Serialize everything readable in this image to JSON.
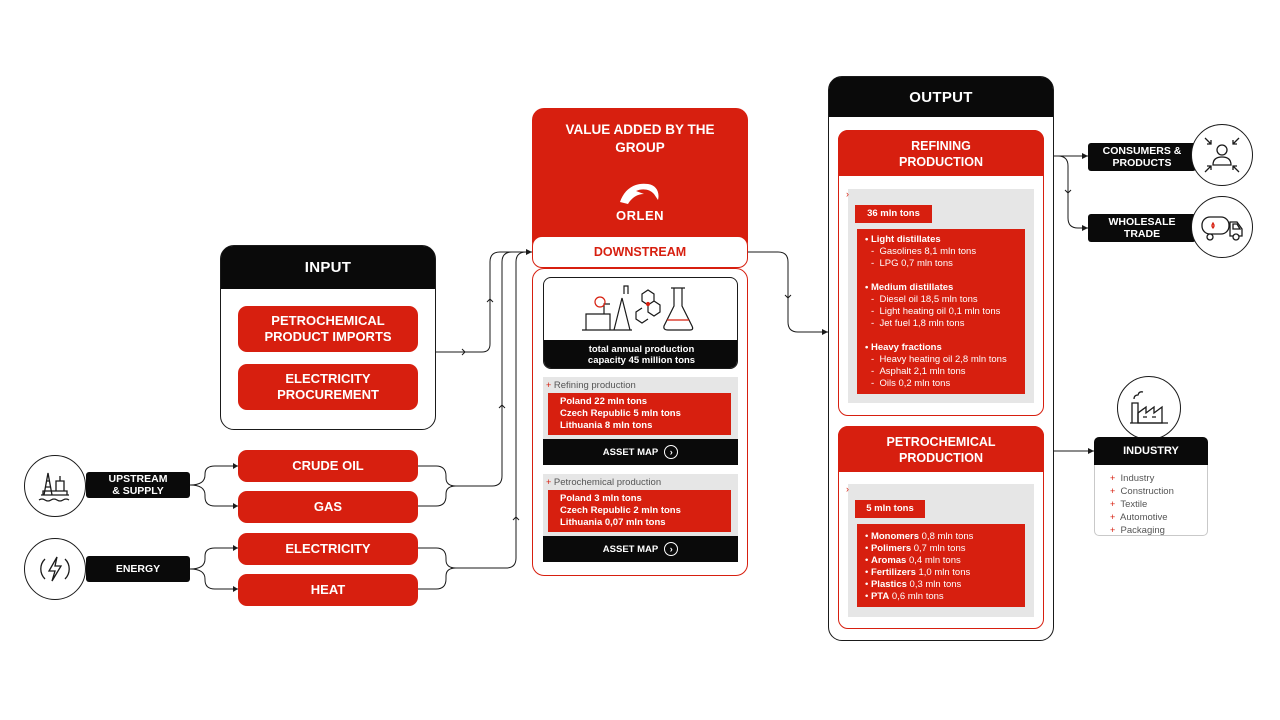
{
  "input": {
    "title": "INPUT",
    "items": [
      "PETROCHEMICAL PRODUCT IMPORTS",
      "ELECTRICITY PROCUREMENT"
    ]
  },
  "sources": {
    "upstream": {
      "label": "UPSTREAM & SUPPLY",
      "icon": "oil-rig-icon",
      "items": [
        "CRUDE OIL",
        "GAS"
      ]
    },
    "energy": {
      "label": "ENERGY",
      "icon": "lightning-icon",
      "items": [
        "ELECTRICITY",
        "HEAT"
      ]
    }
  },
  "value_added": {
    "title": "VALUE ADDED BY THE GROUP",
    "brand": "ORLEN",
    "segment": "DOWNSTREAM",
    "capacity": "total annual production capacity 45 million tons",
    "refining": {
      "label": "Refining production",
      "lines": [
        "Poland 22 mln tons",
        "Czech Republic 5 mln tons",
        "Lithuania 8 mln tons"
      ],
      "button": "ASSET MAP"
    },
    "petrochemical": {
      "label": "Petrochemical production",
      "lines": [
        "Poland 3 mln tons",
        "Czech Republic 2 mln tons",
        "Lithuania 0,07 mln tons"
      ],
      "button": "ASSET MAP"
    }
  },
  "output": {
    "title": "OUTPUT",
    "refining": {
      "title": "REFINING PRODUCTION",
      "total": "36 mln tons",
      "groups": [
        {
          "name": "Light distillates",
          "items": [
            "Gasolines 8,1 mln tons",
            "LPG 0,7 mln tons"
          ]
        },
        {
          "name": "Medium distillates",
          "items": [
            "Diesel oil 18,5 mln tons",
            "Light heating oil 0,1 mln tons",
            "Jet fuel 1,8 mln tons"
          ]
        },
        {
          "name": "Heavy fractions",
          "items": [
            "Heavy heating oil 2,8 mln tons",
            "Asphalt 2,1 mln tons",
            "Oils 0,2 mln tons"
          ]
        }
      ]
    },
    "petrochemical": {
      "title": "PETROCHEMICAL PRODUCTION",
      "total": "5 mln tons",
      "items": [
        {
          "name": "Monomers",
          "value": "0,8 mln tons"
        },
        {
          "name": "Polimers",
          "value": "0,7 mln tons"
        },
        {
          "name": "Aromas",
          "value": "0,4 mln tons"
        },
        {
          "name": "Fertilizers",
          "value": "1,0 mln tons"
        },
        {
          "name": "Plastics",
          "value": "0,3 mln tons"
        },
        {
          "name": "PTA",
          "value": "0,6 mln tons"
        }
      ]
    }
  },
  "destinations": {
    "consumers": "CONSUMERS & PRODUCTS",
    "wholesale": "WHOLESALE TRADE",
    "industry": {
      "title": "INDUSTRY",
      "items": [
        "Industry",
        "Construction",
        "Textile",
        "Automotive",
        "Packaging"
      ]
    }
  },
  "colors": {
    "accent": "#d71f0f",
    "dark": "#0a0a0a",
    "grey": "#e6e6e6"
  }
}
